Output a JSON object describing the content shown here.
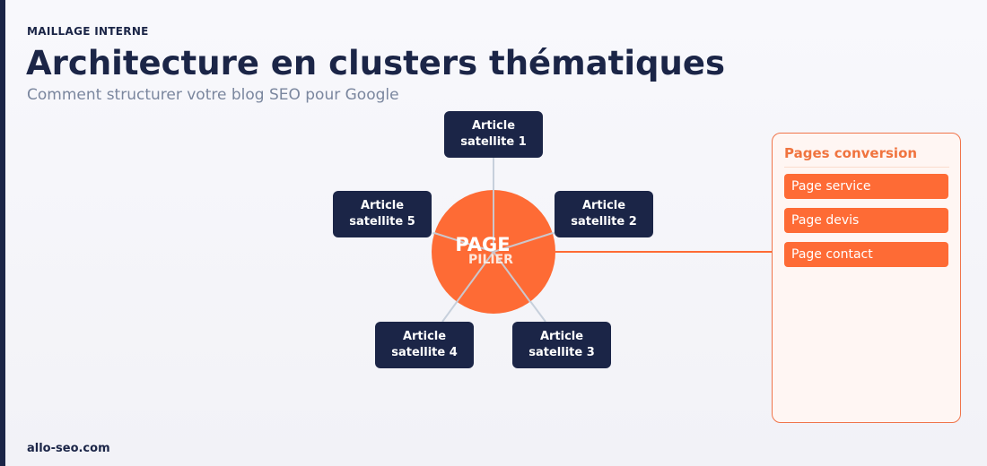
{
  "header": {
    "kicker": "MAILLAGE INTERNE",
    "title": "Architecture en clusters thématiques",
    "subtitle": "Comment structurer votre blog SEO pour Google"
  },
  "diagram": {
    "pillar": {
      "line1": "PAGE",
      "line2": "PILIER",
      "color": "#fe6b35"
    },
    "satellites": [
      {
        "line1": "Article",
        "line2": "satellite 1"
      },
      {
        "line1": "Article",
        "line2": "satellite 2"
      },
      {
        "line1": "Article",
        "line2": "satellite 3"
      },
      {
        "line1": "Article",
        "line2": "satellite 4"
      },
      {
        "line1": "Article",
        "line2": "satellite 5"
      }
    ],
    "satellite_color": "#1b2547",
    "link_color": "#c7d0dc",
    "arrow_color": "#fe6b35"
  },
  "conversion": {
    "title": "Pages conversion",
    "items": [
      "Page service",
      "Page devis",
      "Page contact"
    ]
  },
  "footer": {
    "site": "allo-seo.com"
  }
}
